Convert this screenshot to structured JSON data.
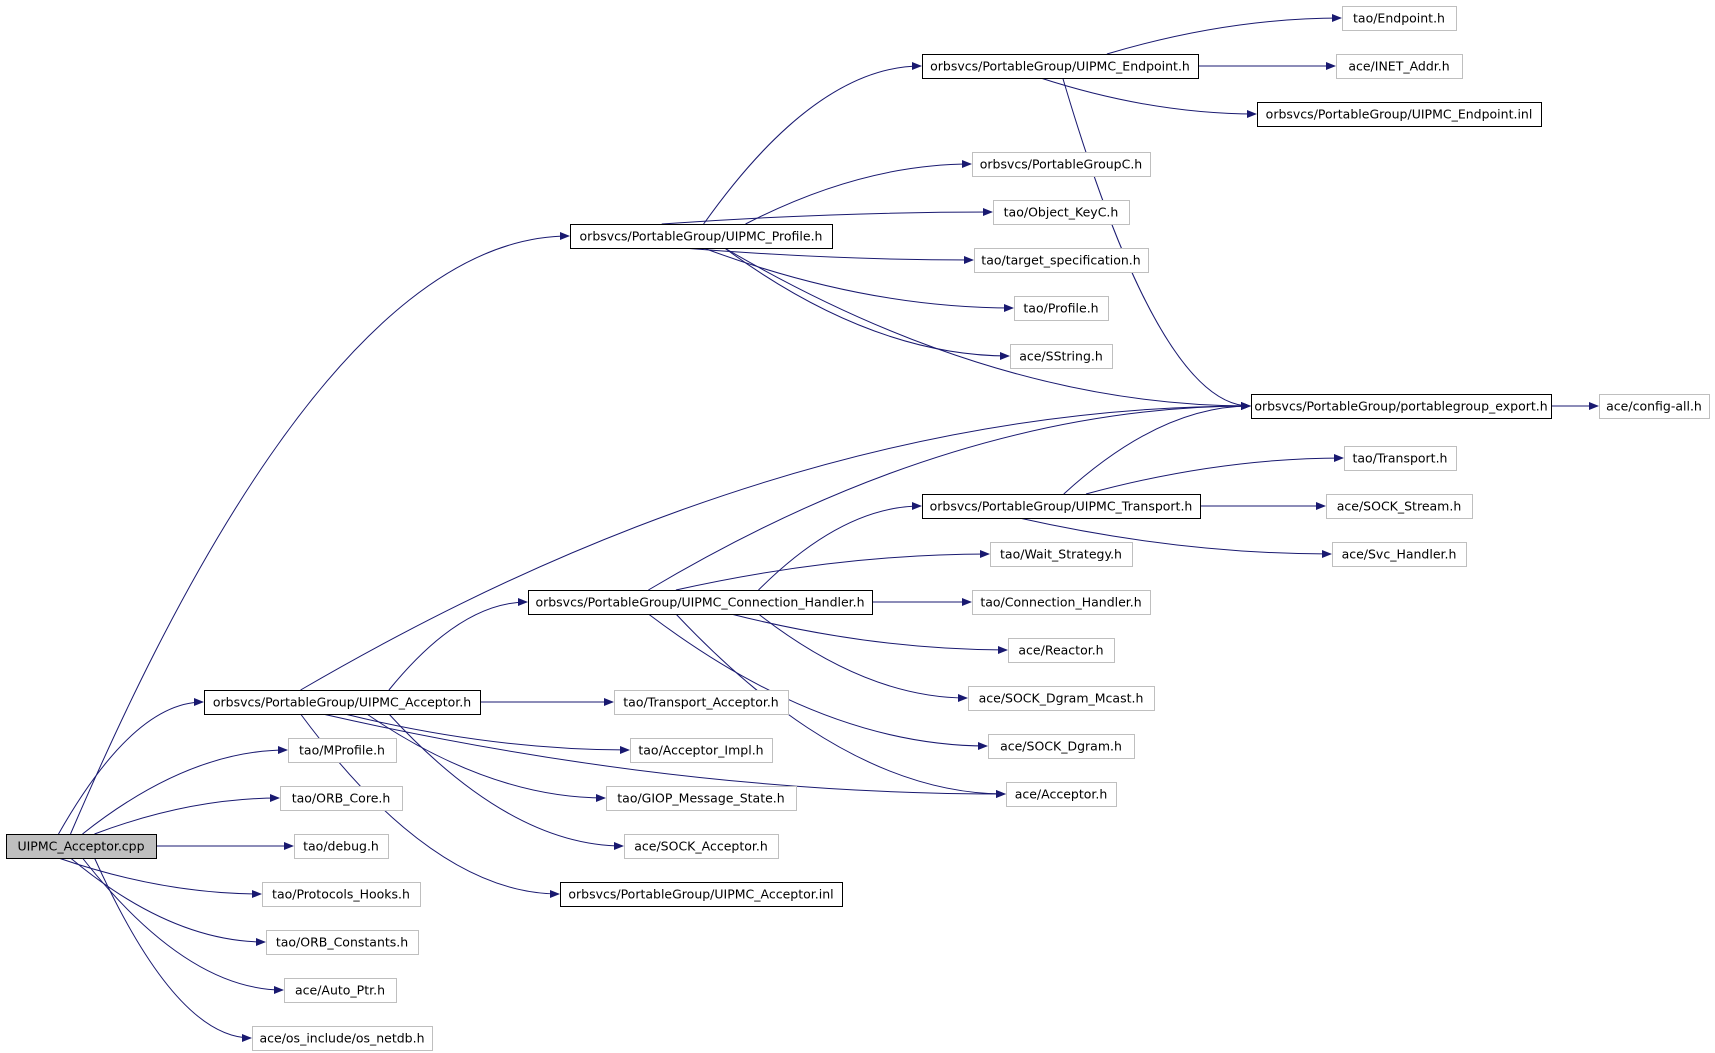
{
  "graph": {
    "edge_color": "#191970",
    "root_fill": "#bfbfbf",
    "nodes": [
      {
        "id": "n0",
        "label": "UIPMC_Acceptor.cpp",
        "style": "root"
      },
      {
        "id": "n1",
        "label": "orbsvcs/PortableGroup/UIPMC_Acceptor.h",
        "style": "documented"
      },
      {
        "id": "n2",
        "label": "orbsvcs/PortableGroup/UIPMC_Profile.h",
        "style": "documented"
      },
      {
        "id": "n3",
        "label": "orbsvcs/PortableGroup/UIPMC_Endpoint.h",
        "style": "documented"
      },
      {
        "id": "n4",
        "label": "tao/Endpoint.h",
        "style": "plain"
      },
      {
        "id": "n5",
        "label": "ace/INET_Addr.h",
        "style": "plain"
      },
      {
        "id": "n6",
        "label": "orbsvcs/PortableGroup/UIPMC_Endpoint.inl",
        "style": "documented"
      },
      {
        "id": "n7",
        "label": "orbsvcs/PortableGroupC.h",
        "style": "plain"
      },
      {
        "id": "n8",
        "label": "tao/Object_KeyC.h",
        "style": "plain"
      },
      {
        "id": "n9",
        "label": "tao/target_specification.h",
        "style": "plain"
      },
      {
        "id": "n10",
        "label": "tao/Profile.h",
        "style": "plain"
      },
      {
        "id": "n11",
        "label": "ace/SString.h",
        "style": "plain"
      },
      {
        "id": "n12",
        "label": "orbsvcs/PortableGroup/portablegroup_export.h",
        "style": "documented"
      },
      {
        "id": "n13",
        "label": "ace/config-all.h",
        "style": "plain"
      },
      {
        "id": "n14",
        "label": "tao/Transport.h",
        "style": "plain"
      },
      {
        "id": "n15",
        "label": "orbsvcs/PortableGroup/UIPMC_Transport.h",
        "style": "documented"
      },
      {
        "id": "n16",
        "label": "ace/SOCK_Stream.h",
        "style": "plain"
      },
      {
        "id": "n17",
        "label": "ace/Svc_Handler.h",
        "style": "plain"
      },
      {
        "id": "n18",
        "label": "tao/Wait_Strategy.h",
        "style": "plain"
      },
      {
        "id": "n19",
        "label": "orbsvcs/PortableGroup/UIPMC_Connection_Handler.h",
        "style": "documented"
      },
      {
        "id": "n20",
        "label": "tao/Connection_Handler.h",
        "style": "plain"
      },
      {
        "id": "n21",
        "label": "ace/Reactor.h",
        "style": "plain"
      },
      {
        "id": "n22",
        "label": "ace/SOCK_Dgram_Mcast.h",
        "style": "plain"
      },
      {
        "id": "n23",
        "label": "ace/SOCK_Dgram.h",
        "style": "plain"
      },
      {
        "id": "n24",
        "label": "ace/Acceptor.h",
        "style": "plain"
      },
      {
        "id": "n25",
        "label": "tao/Transport_Acceptor.h",
        "style": "plain"
      },
      {
        "id": "n26",
        "label": "tao/Acceptor_Impl.h",
        "style": "plain"
      },
      {
        "id": "n27",
        "label": "tao/GIOP_Message_State.h",
        "style": "plain"
      },
      {
        "id": "n28",
        "label": "ace/SOCK_Acceptor.h",
        "style": "plain"
      },
      {
        "id": "n29",
        "label": "orbsvcs/PortableGroup/UIPMC_Acceptor.inl",
        "style": "documented"
      },
      {
        "id": "n30",
        "label": "tao/MProfile.h",
        "style": "plain"
      },
      {
        "id": "n31",
        "label": "tao/ORB_Core.h",
        "style": "plain"
      },
      {
        "id": "n32",
        "label": "tao/debug.h",
        "style": "plain"
      },
      {
        "id": "n33",
        "label": "tao/Protocols_Hooks.h",
        "style": "plain"
      },
      {
        "id": "n34",
        "label": "tao/ORB_Constants.h",
        "style": "plain"
      },
      {
        "id": "n35",
        "label": "ace/Auto_Ptr.h",
        "style": "plain"
      },
      {
        "id": "n36",
        "label": "ace/os_include/os_netdb.h",
        "style": "plain"
      }
    ],
    "edges": [
      [
        "n0",
        "n1"
      ],
      [
        "n0",
        "n2"
      ],
      [
        "n0",
        "n30"
      ],
      [
        "n0",
        "n31"
      ],
      [
        "n0",
        "n32"
      ],
      [
        "n0",
        "n33"
      ],
      [
        "n0",
        "n34"
      ],
      [
        "n0",
        "n35"
      ],
      [
        "n0",
        "n36"
      ],
      [
        "n1",
        "n19"
      ],
      [
        "n1",
        "n12"
      ],
      [
        "n1",
        "n25"
      ],
      [
        "n1",
        "n26"
      ],
      [
        "n1",
        "n27"
      ],
      [
        "n1",
        "n28"
      ],
      [
        "n1",
        "n29"
      ],
      [
        "n1",
        "n24"
      ],
      [
        "n2",
        "n3"
      ],
      [
        "n2",
        "n12"
      ],
      [
        "n2",
        "n7"
      ],
      [
        "n2",
        "n8"
      ],
      [
        "n2",
        "n9"
      ],
      [
        "n2",
        "n10"
      ],
      [
        "n2",
        "n11"
      ],
      [
        "n3",
        "n4"
      ],
      [
        "n3",
        "n5"
      ],
      [
        "n3",
        "n6"
      ],
      [
        "n3",
        "n12"
      ],
      [
        "n12",
        "n13"
      ],
      [
        "n19",
        "n15"
      ],
      [
        "n19",
        "n12"
      ],
      [
        "n19",
        "n18"
      ],
      [
        "n19",
        "n20"
      ],
      [
        "n19",
        "n21"
      ],
      [
        "n19",
        "n22"
      ],
      [
        "n19",
        "n23"
      ],
      [
        "n19",
        "n24"
      ],
      [
        "n15",
        "n12"
      ],
      [
        "n15",
        "n14"
      ],
      [
        "n15",
        "n16"
      ],
      [
        "n15",
        "n17"
      ]
    ]
  }
}
